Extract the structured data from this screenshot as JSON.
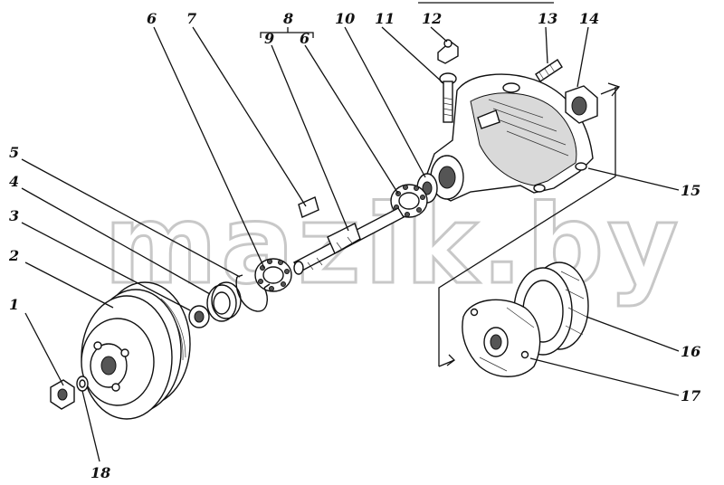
{
  "callouts": [
    "1",
    "2",
    "3",
    "4",
    "5",
    "6",
    "7",
    "8",
    "9",
    "6",
    "10",
    "11",
    "12",
    "13",
    "14",
    "15",
    "16",
    "17",
    "18"
  ],
  "watermark": "mazik.by"
}
